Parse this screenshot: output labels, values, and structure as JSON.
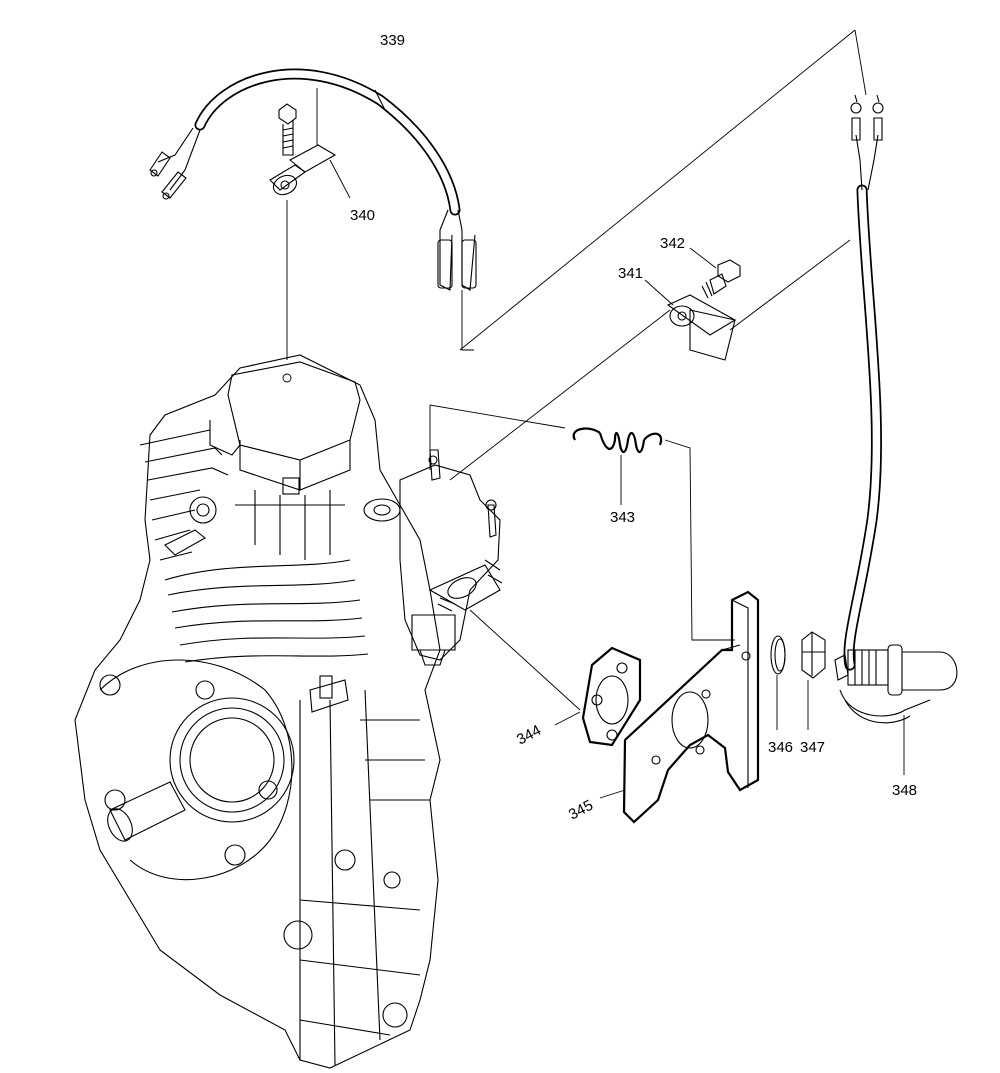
{
  "diagram": {
    "labels": {
      "p339": "339",
      "p340": "340",
      "p341": "341",
      "p342": "342",
      "p343": "343",
      "p344": "344",
      "p345": "345",
      "p346": "346",
      "p347": "347",
      "p348": "348"
    }
  }
}
